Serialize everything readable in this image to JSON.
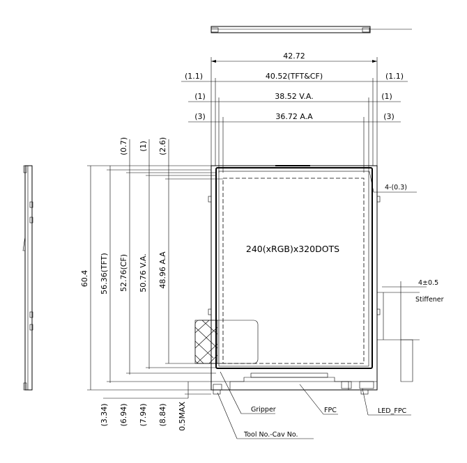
{
  "top_dims": {
    "outline": "42.72",
    "tft_cf": "40.52(TFT&CF)",
    "va": "38.52  V.A.",
    "aa": "36.72  A.A",
    "left_1": "(1.1)",
    "right_1": "(1.1)",
    "left_2": "(1)",
    "right_2": "(1)",
    "left_3": "(3)",
    "right_3": "(3)"
  },
  "top_offsets": {
    "a": "(0.7)",
    "b": "(1)",
    "c": "(2.6)"
  },
  "vertical_dims": {
    "outline": "60.4",
    "tft": "56.36(TFT)",
    "cf": "52.76(CF)",
    "va": "50.76  V.A.",
    "aa": "48.96  A.A"
  },
  "bottom_offsets": {
    "a": "(3.34)",
    "b": "(6.94)",
    "c": "(7.94)",
    "d": "(8.84)",
    "e": "0.5MAX"
  },
  "panel": {
    "resolution": "240(xRGB)x320DOTS"
  },
  "callouts": {
    "corner": "4-(0.3)",
    "stiffener_dim": "4±0.5",
    "stiffener": "Stiffener",
    "gripper": "Gripper",
    "fpc": "FPC",
    "led_fpc": "LED_FPC",
    "tool": "Tool No.-Cav No."
  }
}
